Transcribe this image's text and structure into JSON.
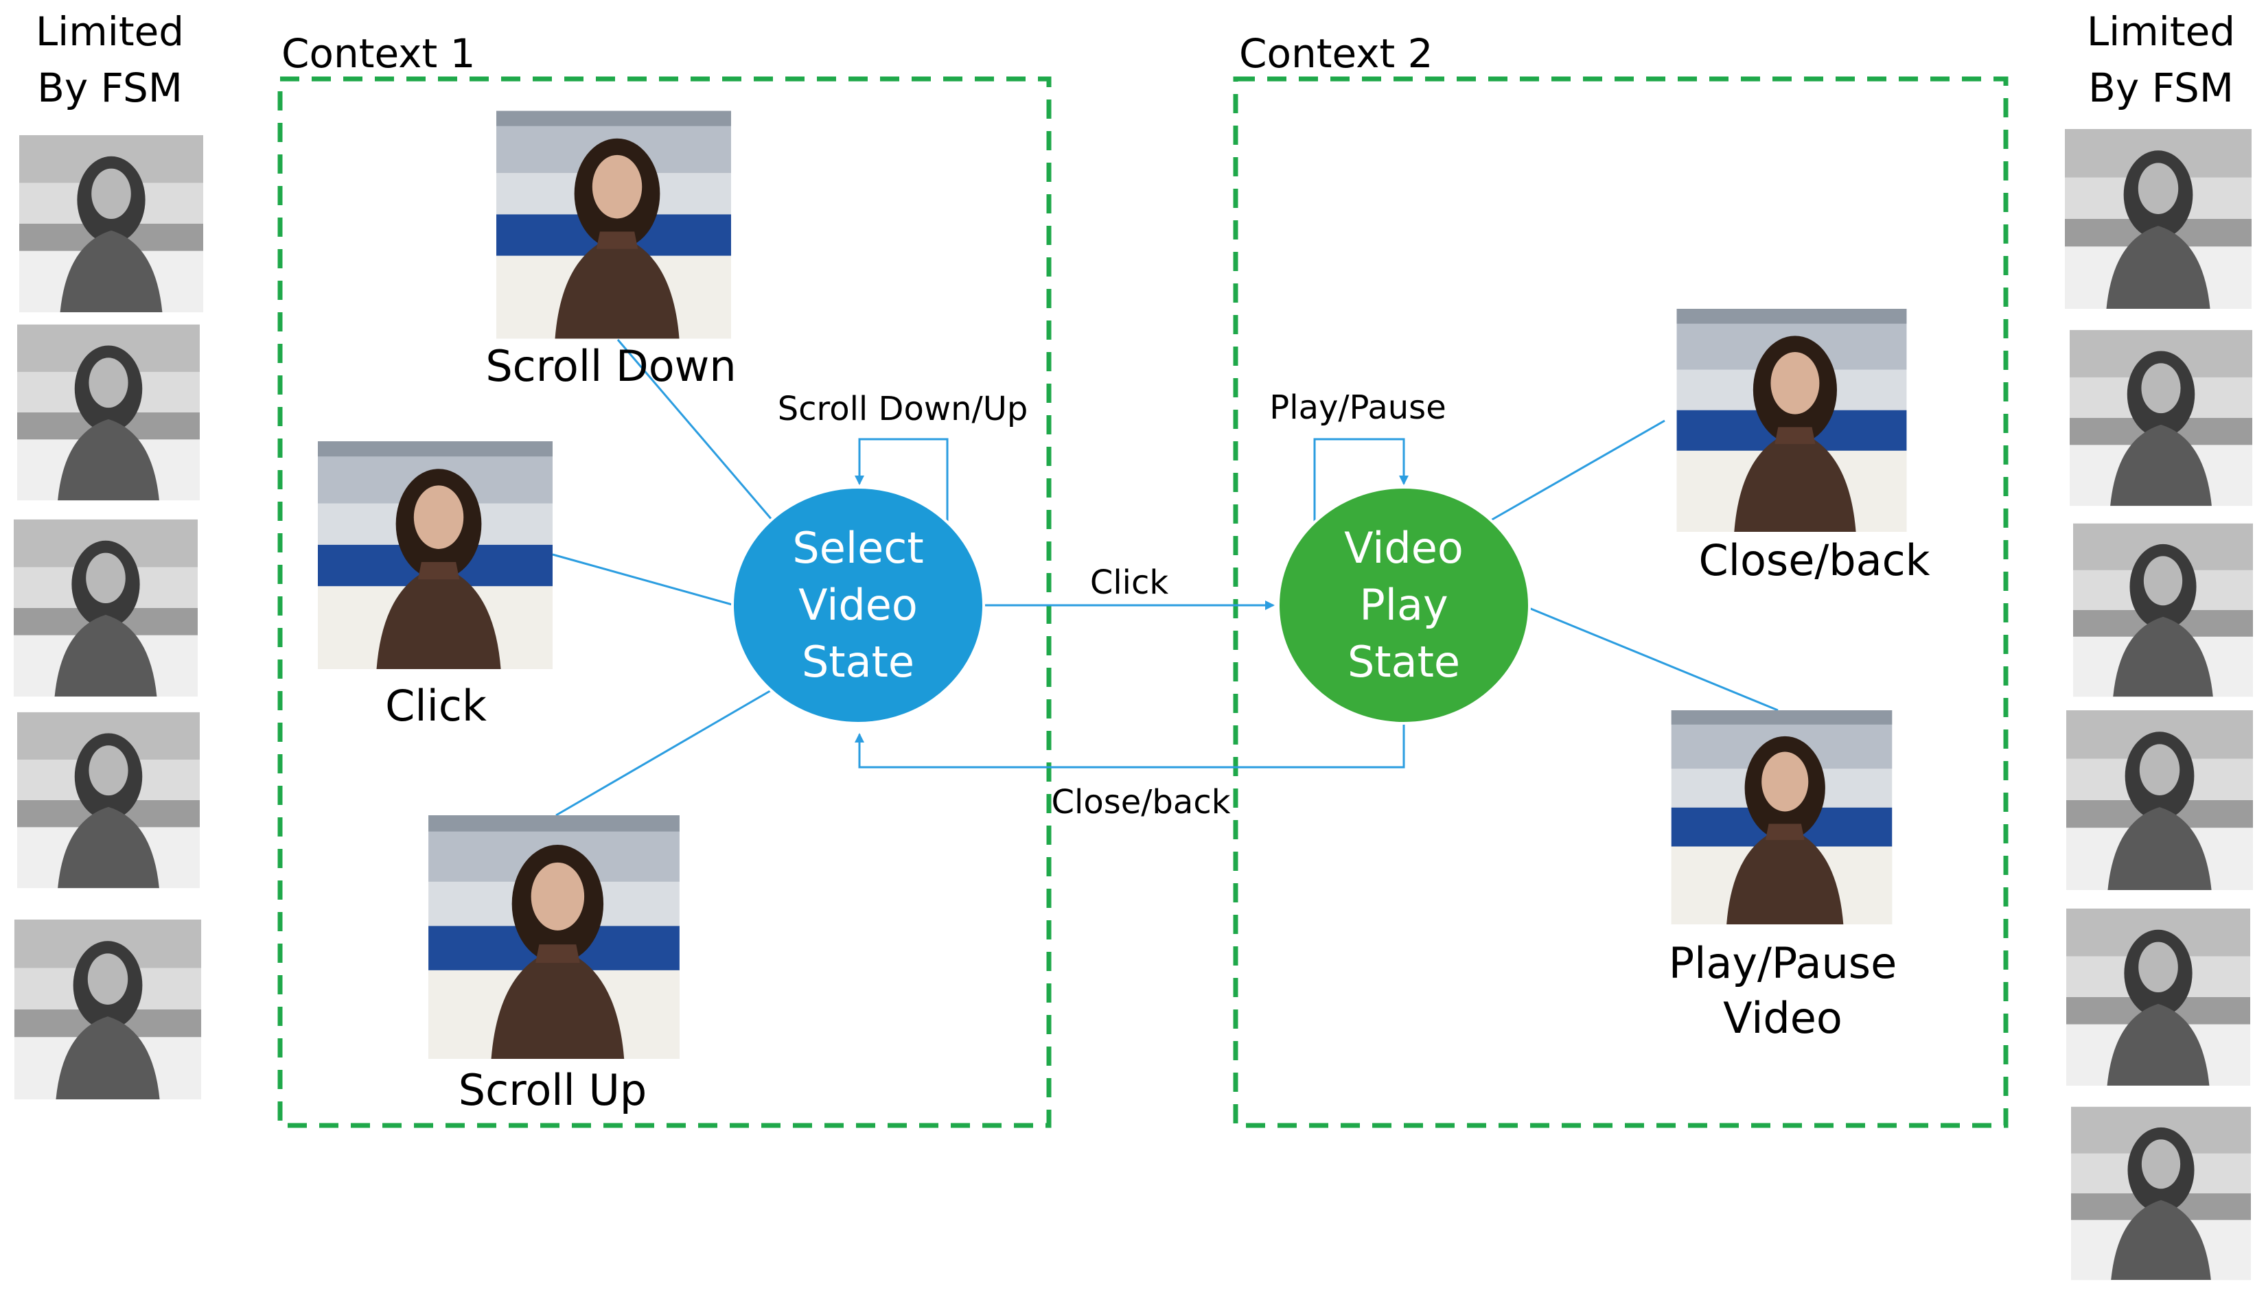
{
  "side_labels": {
    "left": [
      "Limited",
      "By FSM"
    ],
    "right": [
      "Limited",
      "By FSM"
    ]
  },
  "contexts": {
    "context1": "Context 1",
    "context2": "Context 2"
  },
  "states": {
    "select": [
      "Select",
      "Video",
      "State"
    ],
    "play": [
      "Video",
      "Play",
      "State"
    ]
  },
  "gestures": {
    "scroll_down": "Scroll Down",
    "click": "Click",
    "scroll_up": "Scroll Up",
    "close_back": "Close/back",
    "play_pause": [
      "Play/Pause",
      "Video"
    ]
  },
  "transitions": {
    "scroll_loop": "Scroll Down/Up",
    "play_loop": "Play/Pause",
    "click": "Click",
    "close_back": "Close/back"
  },
  "colors": {
    "select_state": "#1c9ad8",
    "play_state": "#3aab3a",
    "context_border": "#1fa84a",
    "edge": "#2b9de0"
  }
}
